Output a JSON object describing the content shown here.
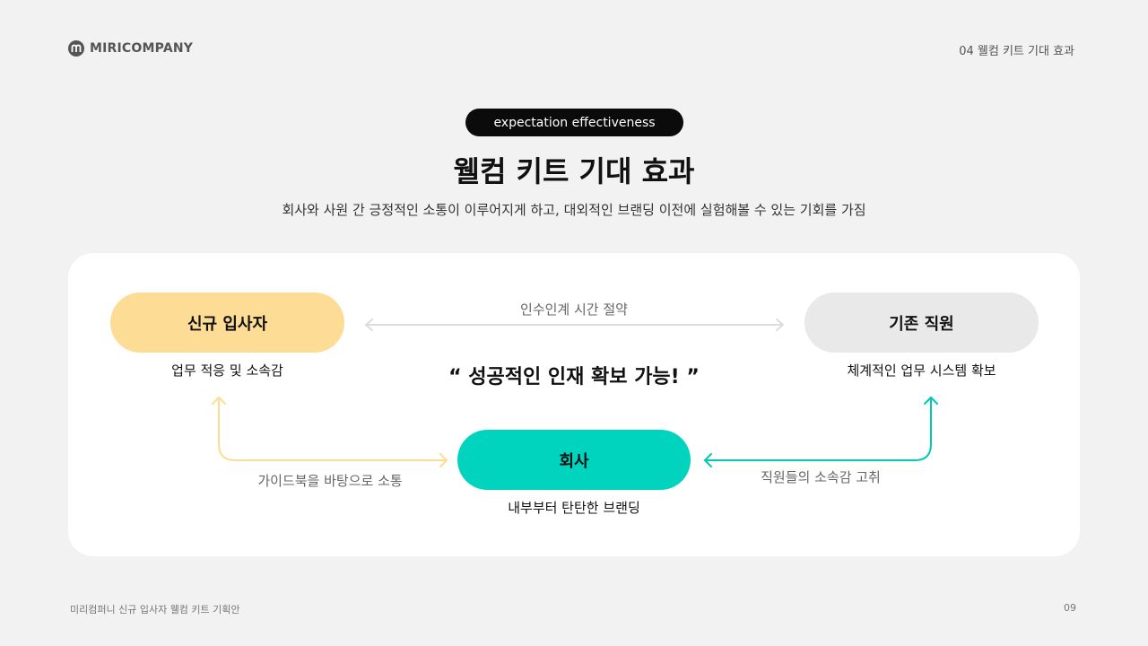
{
  "header": {
    "brand_name": "MIRICOMPANY",
    "logo_letter": "m",
    "section_label": "04 웰컴 키트 기대 효과"
  },
  "title_block": {
    "pill": "expectation effectiveness",
    "title": "웰컴 키트 기대 효과",
    "subtitle": "회사와 사원 간 긍정적인 소통이 이루어지게 하고, 대외적인 브랜딩 이전에 실험해볼 수 있는 기회를 가짐"
  },
  "diagram": {
    "nodes": {
      "new_hire": {
        "label": "신규 입사자",
        "caption": "업무 적응 및 소속감",
        "color": "#fddc95"
      },
      "existing": {
        "label": "기존 직원",
        "caption": "체계적인 업무 시스템 확보",
        "color": "#e9e9e9"
      },
      "company": {
        "label": "회사",
        "caption": "내부부터 탄탄한 브랜딩",
        "color": "#00d4bf"
      }
    },
    "edges": {
      "top": "인수인계 시간 절약",
      "left": "가이드북을 바탕으로 소통",
      "right": "직원들의 소속감 고취"
    },
    "quote": "“ 성공적인 인재 확보 가능! ”",
    "arrow_colors": {
      "top": "#dcdcdc",
      "left": "#fddc95",
      "right": "#00c9b5"
    }
  },
  "footer": {
    "left": "미리컴퍼니 신규 입사자 웰컴 키트 기획안",
    "page": "09"
  }
}
